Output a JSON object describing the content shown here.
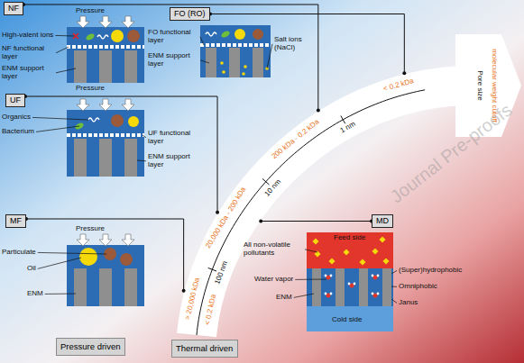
{
  "diagram": {
    "nodes": [
      {
        "text": [
          "NF"
        ]
      },
      {
        "text": [
          "FO (RO)"
        ]
      },
      {
        "text": [
          "UF"
        ]
      },
      {
        "text": [
          "MF"
        ]
      },
      {
        "text": [
          "MD"
        ]
      },
      {
        "text": [
          "Pressure driven"
        ]
      },
      {
        "text": [
          "Thermal driven"
        ]
      }
    ],
    "labels": [
      "Pressure",
      "High-valent ions",
      "NF functional layer",
      "ENM support layer",
      "FO functional layer",
      "ENM support layer",
      "Salt ions (NaCl)",
      "Pressure",
      "Organics",
      "Bacterium",
      "UF functional layer",
      "ENM support layer",
      "Pressure",
      "Particulate",
      "Oil",
      "ENM",
      "Feed side",
      "All non-volatile pollutants",
      "Water vapor",
      "ENM",
      "(Super)hydrophobic",
      "Omniphobic",
      "Janus",
      "Cold side",
      "< 0.2 kDa",
      "200 kDa - 0.2 kDa",
      "20,000 kDa - 200 kDa",
      "> 20,000 kDa",
      "< 0.2 kDa",
      "1 nm",
      "10 nm",
      "100 nm",
      "Pore size",
      "molecular weight cutoff",
      "Journal Pre-proofs"
    ]
  }
}
